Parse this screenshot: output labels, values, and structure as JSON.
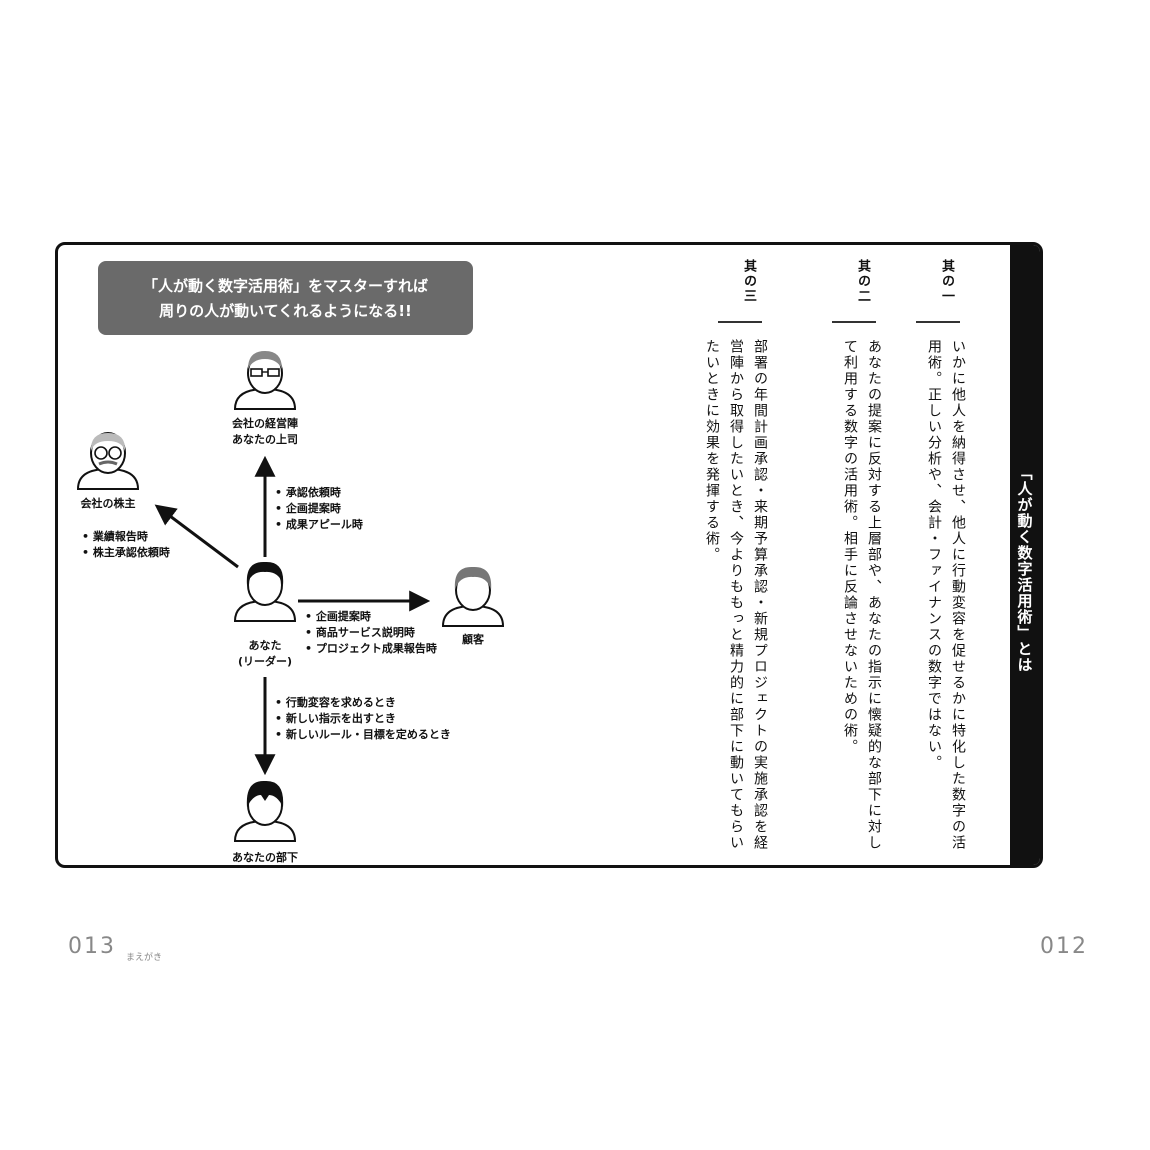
{
  "banner": {
    "line1": "「人が動く数字活用術」をマスターすれば",
    "line2": "周りの人が動いてくれるようになる!!"
  },
  "diagram": {
    "boss_line1": "会社の経営陣",
    "boss_line2": "あなたの上司",
    "shareholder": "会社の株主",
    "you_line1": "あなた",
    "you_line2": "(リーダー)",
    "customer": "顧客",
    "subordinate": "あなたの部下",
    "to_boss": [
      "承認依頼時",
      "企画提案時",
      "成果アピール時"
    ],
    "to_shareholder": [
      "業績報告時",
      "株主承認依頼時"
    ],
    "to_customer": [
      "企画提案時",
      "商品サービス説明時",
      "プロジェクト成果報告時"
    ],
    "to_subordinate": [
      "行動変容を求めるとき",
      "新しい指示を出すとき",
      "新しいルール・目標を定めるとき"
    ]
  },
  "columns": [
    {
      "head": "其の一",
      "body": "いかに他人を納得させ、他人に行動変容を促せるかに特化した数字の活用術。正しい分析や、会計・ファイナンスの数字ではない。"
    },
    {
      "head": "其の二",
      "body": "あなたの提案に反対する上層部や、あなたの指示に懐疑的な部下に対して利用する数字の活用術。相手に反論させないための術。"
    },
    {
      "head": "其の三",
      "body": "部署の年間計画承認・来期予算承認・新規プロジェクトの実施承認を経営陣から取得したいとき、今よりももっと精力的に部下に動いてもらいたいときに効果を発揮する術。"
    }
  ],
  "sidebar_title": "「人が動く数字活用術」とは",
  "page_left": "013",
  "page_left_sub": "まえがき",
  "page_right": "012"
}
